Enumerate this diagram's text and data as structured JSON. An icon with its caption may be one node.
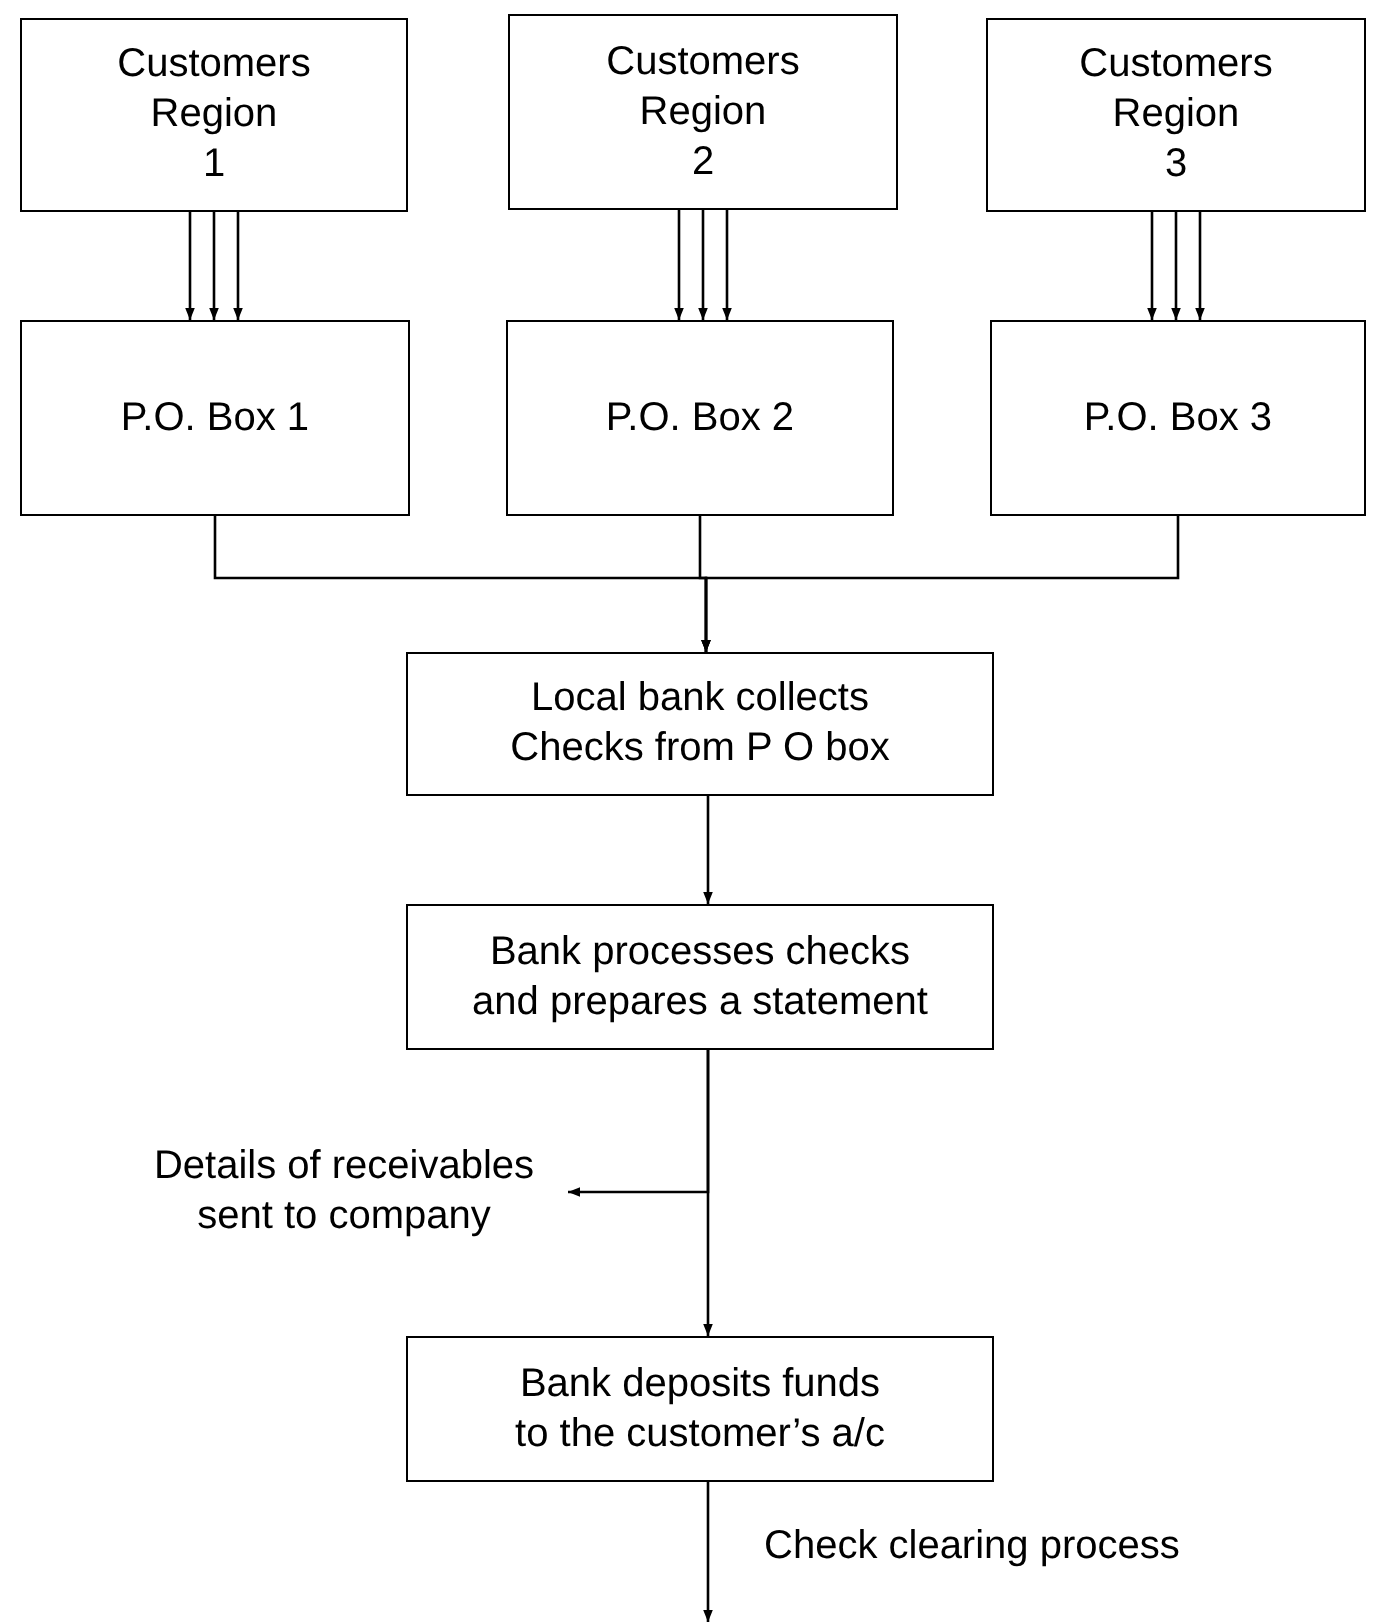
{
  "diagram": {
    "nodes": [
      {
        "text": [
          "Customers Region 1"
        ]
      },
      {
        "text": [
          "Customers Region 2"
        ]
      },
      {
        "text": [
          "Customers Region 3"
        ]
      },
      {
        "text": [
          "P.O. Box 1"
        ]
      },
      {
        "text": [
          "P.O. Box 2"
        ]
      },
      {
        "text": [
          "P.O. Box 3"
        ]
      },
      {
        "text": [
          "Local bank collects Checks from P O box"
        ]
      },
      {
        "text": [
          "Bank processes checks and prepares a statement"
        ]
      },
      {
        "text": [
          "Details of receivables sent to company"
        ]
      },
      {
        "text": [
          "Bank deposits funds to the customer’s a/c"
        ]
      }
    ],
    "edges": [
      {
        "from": 0,
        "to": 3,
        "arrow": "to"
      },
      {
        "from": 0,
        "to": 3,
        "arrow": "to"
      },
      {
        "from": 0,
        "to": 3,
        "arrow": "to"
      },
      {
        "from": 1,
        "to": 4,
        "arrow": "to"
      },
      {
        "from": 1,
        "to": 4,
        "arrow": "to"
      },
      {
        "from": 1,
        "to": 4,
        "arrow": "to"
      },
      {
        "from": 2,
        "to": 5,
        "arrow": "to"
      },
      {
        "from": 2,
        "to": 5,
        "arrow": "to"
      },
      {
        "from": 2,
        "to": 5,
        "arrow": "to"
      },
      {
        "from": 3,
        "to": 6,
        "arrow": "to"
      },
      {
        "from": 4,
        "to": 6,
        "arrow": "to"
      },
      {
        "from": 5,
        "to": 6,
        "arrow": "to"
      },
      {
        "from": 6,
        "to": 7,
        "arrow": "to"
      },
      {
        "from": 7,
        "to": 9,
        "arrow": "to"
      },
      {
        "from": 7,
        "to": 8,
        "arrow": "to"
      },
      {
        "from": 9,
        "to": null,
        "arrow": "to",
        "label": "Check clearing process"
      }
    ]
  }
}
